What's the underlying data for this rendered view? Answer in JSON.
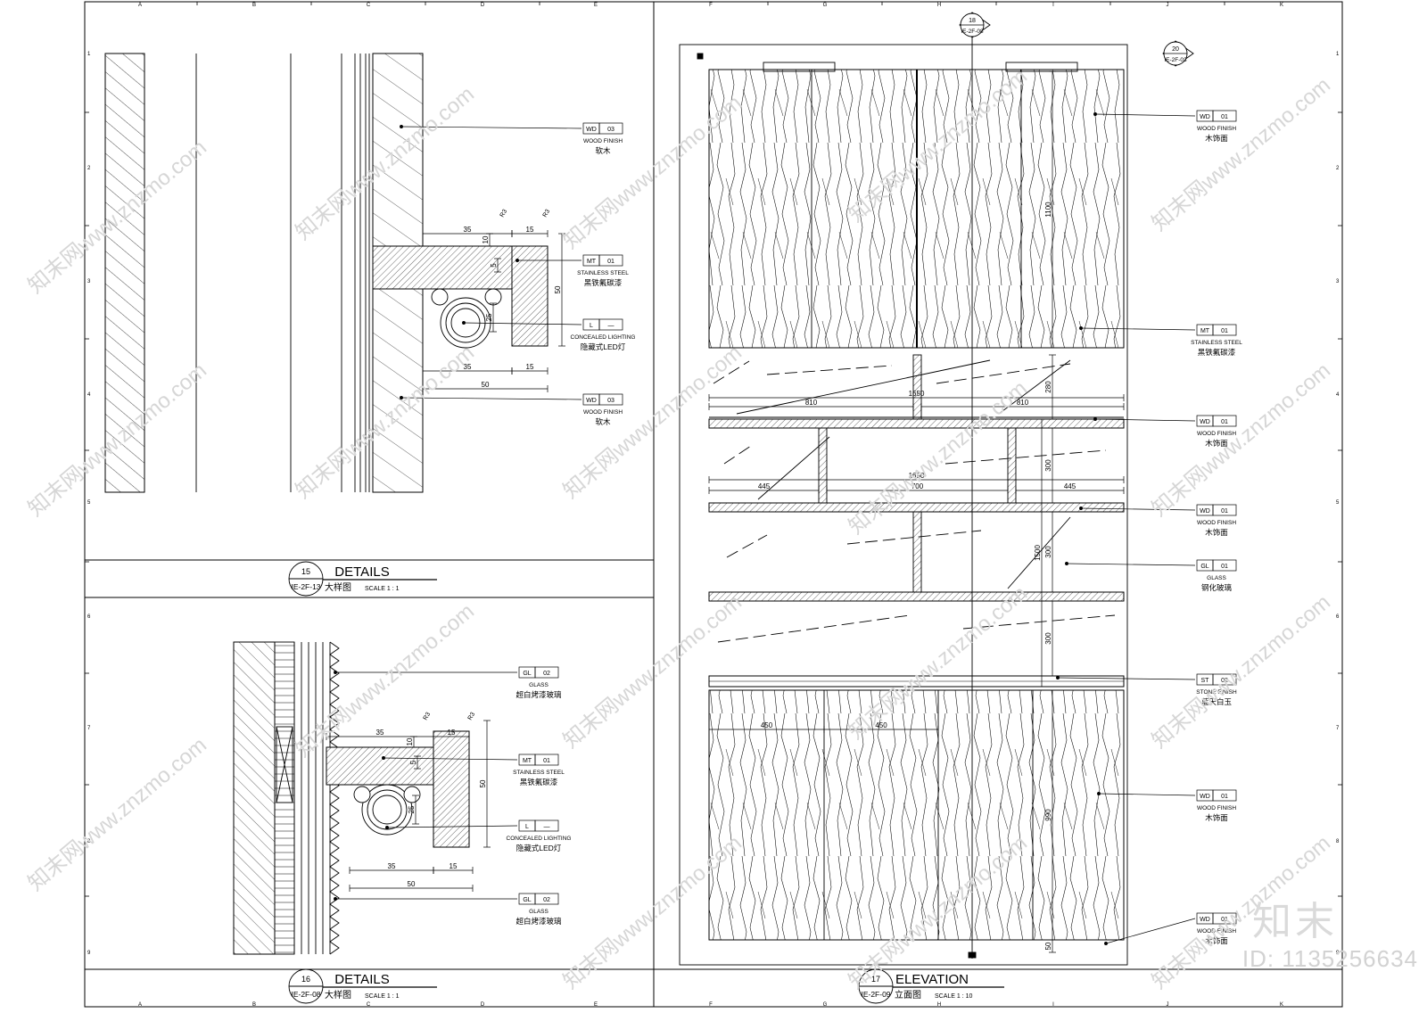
{
  "grid": {
    "cols_left": [
      "A",
      "B",
      "C",
      "D",
      "E"
    ],
    "cols_right": [
      "F",
      "G",
      "H",
      "I",
      "J",
      "K"
    ],
    "rows": [
      "1",
      "2",
      "3",
      "4",
      "5",
      "6",
      "7",
      "8",
      "9"
    ]
  },
  "details_15": {
    "num": "15",
    "ref": "IE-2F-13",
    "title": "DETAILS",
    "subtitle": "大样图",
    "scale": "SCALE 1 : 1",
    "dims": {
      "d35a": "35",
      "d15a": "15",
      "r13a": "R3",
      "r13b": "R3",
      "d10": "10",
      "d50v": "50",
      "d5": "5",
      "d25": "25",
      "d35b": "35",
      "d15b": "15",
      "d50h": "50"
    },
    "tags": [
      {
        "code": "WD",
        "num": "03",
        "en": "WOOD FINISH",
        "cn": "软木"
      },
      {
        "code": "MT",
        "num": "01",
        "en": "STAINLESS STEEL",
        "cn": "黑铁氟碳漆"
      },
      {
        "code": "L",
        "num": "—",
        "en": "CONCEALED LIGHTING",
        "cn": "隐藏式LED灯"
      },
      {
        "code": "WD",
        "num": "03",
        "en": "WOOD FINISH",
        "cn": "软木"
      }
    ]
  },
  "details_16": {
    "num": "16",
    "ref": "IE-2F-08",
    "title": "DETAILS",
    "subtitle": "大样图",
    "scale": "SCALE 1 : 1",
    "dims": {
      "d35a": "35",
      "d15a": "15",
      "r13a": "R3",
      "r13b": "R3",
      "d10": "10",
      "d50v": "50",
      "d5": "5",
      "d25": "25",
      "d35b": "35",
      "d15b": "15",
      "d50h": "50"
    },
    "tags": [
      {
        "code": "GL",
        "num": "02",
        "en": "GLASS",
        "cn": "超白烤漆玻璃"
      },
      {
        "code": "MT",
        "num": "01",
        "en": "STAINLESS STEEL",
        "cn": "黑铁氟碳漆"
      },
      {
        "code": "L",
        "num": "—",
        "en": "CONCEALED LIGHTING",
        "cn": "隐藏式LED灯"
      },
      {
        "code": "GL",
        "num": "02",
        "en": "GLASS",
        "cn": "超白烤漆玻璃"
      }
    ]
  },
  "elevation_17": {
    "num": "17",
    "ref": "IE-2F-09",
    "title": "ELEVATION",
    "subtitle": "立面图",
    "scale": "SCALE 1 : 10",
    "callout_18": {
      "num": "18",
      "ref": "IE-2F-08"
    },
    "callout_20": {
      "num": "20",
      "ref": "IE-2F-03"
    },
    "dims": {
      "d1100": "1100",
      "d280": "280",
      "d1650a": "1650",
      "d810a": "810",
      "d810b": "810",
      "d300a": "300",
      "d1650b": "1650",
      "d445a": "445",
      "d700": "700",
      "d445b": "445",
      "d1500": "1500",
      "d300b": "300",
      "d300c": "300",
      "d450a": "450",
      "d450b": "450",
      "d990": "990",
      "d50": "50"
    },
    "tags": [
      {
        "code": "WD",
        "num": "01",
        "en": "WOOD FINISH",
        "cn": "木饰面"
      },
      {
        "code": "MT",
        "num": "01",
        "en": "STAINLESS STEEL",
        "cn": "黑铁氟碳漆"
      },
      {
        "code": "WD",
        "num": "01",
        "en": "WOOD FINISH",
        "cn": "木饰面"
      },
      {
        "code": "WD",
        "num": "01",
        "en": "WOOD FINISH",
        "cn": "木饰面"
      },
      {
        "code": "GL",
        "num": "01",
        "en": "GLASS",
        "cn": "钢化玻璃"
      },
      {
        "code": "ST",
        "num": "02",
        "en": "STONE FINISH",
        "cn": "蓝天白玉"
      },
      {
        "code": "WD",
        "num": "01",
        "en": "WOOD FINISH",
        "cn": "木饰面"
      },
      {
        "code": "WD",
        "num": "01",
        "en": "WOOD FINISH",
        "cn": "木饰面"
      }
    ]
  },
  "watermark": {
    "text": "知末网www.znzmo.com",
    "brand": "知末",
    "id": "ID: 1135256634"
  },
  "colors": {
    "line": "#000000",
    "watermark": "#d0d0d0"
  }
}
